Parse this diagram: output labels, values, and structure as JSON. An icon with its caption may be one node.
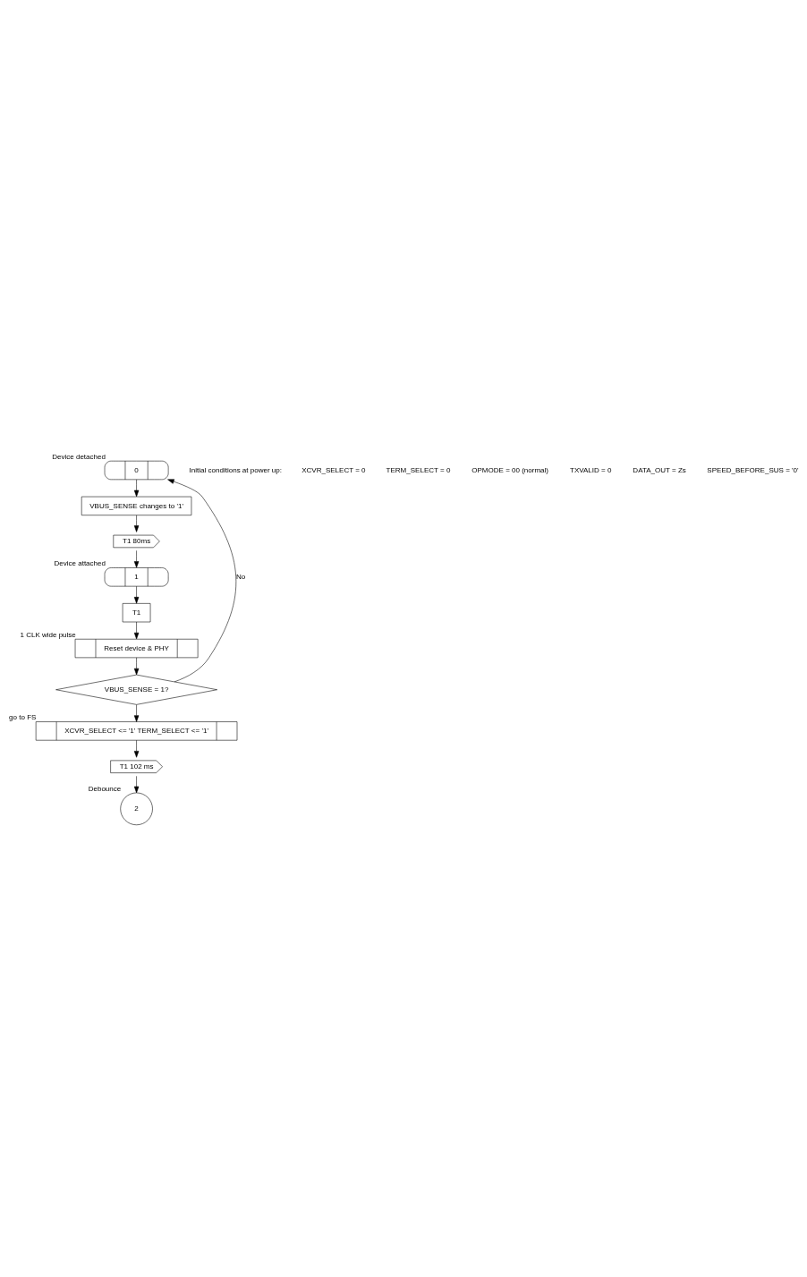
{
  "diagram": {
    "nodes": [
      {
        "text": [
          "0"
        ],
        "beside": [
          "Device detached"
        ]
      },
      {
        "text": [
          "VBUS_SENSE changes to '1'"
        ]
      },
      {
        "text": [
          "T1 80ms"
        ]
      },
      {
        "text": [
          "1"
        ],
        "beside": [
          "Device attached"
        ]
      },
      {
        "text": [
          "T1"
        ]
      },
      {
        "text": [
          "Reset device & PHY"
        ],
        "beside": [
          "1 CLK wide pulse"
        ]
      },
      {
        "text": [
          "VBUS_SENSE = 1?"
        ]
      },
      {
        "text": [
          "XCVR_SELECT <= '1' TERM_SELECT <= '1'"
        ],
        "beside": [
          "go to FS"
        ]
      },
      {
        "text": [
          "T1 102 ms"
        ]
      },
      {
        "text": [
          "2"
        ],
        "beside": [
          "Debounce"
        ]
      }
    ],
    "edges": [
      {
        "from": 0,
        "to": 1,
        "arrow": "to"
      },
      {
        "from": 1,
        "to": 2,
        "arrow": "to"
      },
      {
        "from": 2,
        "to": 3,
        "arrow": "to"
      },
      {
        "from": 3,
        "to": 4,
        "arrow": "to"
      },
      {
        "from": 4,
        "to": 5,
        "arrow": "to"
      },
      {
        "from": 5,
        "to": 6,
        "arrow": "to"
      },
      {
        "from": 6,
        "to": 0,
        "arrow": "to",
        "label": "No"
      },
      {
        "from": 6,
        "to": 7,
        "arrow": "to"
      },
      {
        "from": 7,
        "to": 8,
        "arrow": "to"
      },
      {
        "from": 8,
        "to": 9,
        "arrow": "to"
      }
    ],
    "labels": [
      "Initial conditions at power up:",
      "XCVR_SELECT = 0",
      "TERM_SELECT = 0",
      "OPMODE = 00 (normal)",
      "TXVALID = 0",
      "DATA_OUT = Zs",
      "SPEED_BEFORE_SUS = '0'"
    ]
  }
}
